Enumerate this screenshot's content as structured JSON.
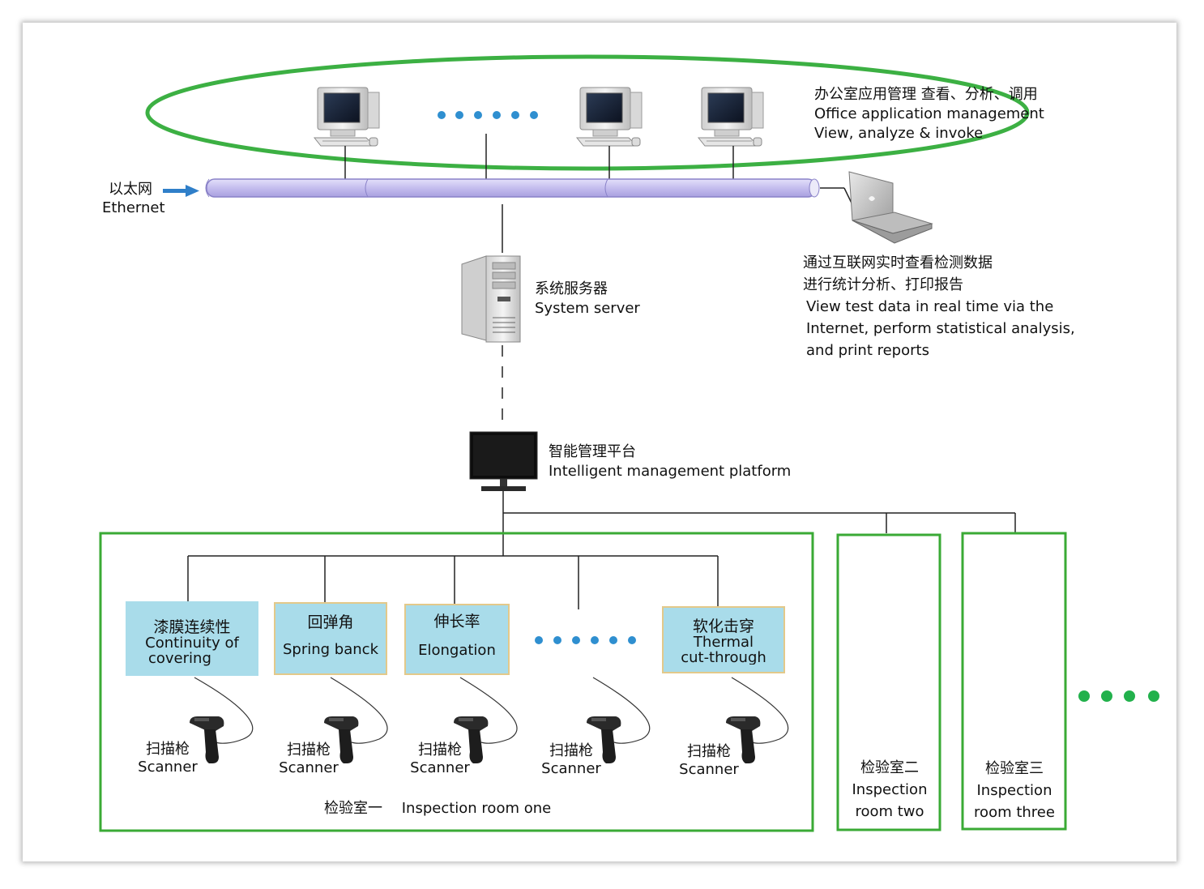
{
  "office": {
    "title_cn": "办公室应用管理 查看、分析、调用",
    "title_en1": "Office application management",
    "title_en2": "View, analyze & invoke"
  },
  "ethernet": {
    "cn": "以太网",
    "en": "Ethernet"
  },
  "remote": {
    "cn1": "通过互联网实时查看检测数据",
    "cn2": "进行统计分析、打印报告",
    "en1": "View test data in real time via the",
    "en2": "Internet, perform statistical analysis,",
    "en3": "and print reports"
  },
  "server": {
    "cn": "系统服务器",
    "en": "System server"
  },
  "platform": {
    "cn": "智能管理平台",
    "en": "Intelligent management platform"
  },
  "tests": [
    {
      "cn": "漆膜连续性",
      "en1": "Continuity of",
      "en2": "covering"
    },
    {
      "cn": "回弹角",
      "en1": "Spring banck",
      "en2": ""
    },
    {
      "cn": "伸长率",
      "en1": "Elongation",
      "en2": ""
    },
    {
      "cn": "软化击穿",
      "en1": "Thermal",
      "en2": "cut-through"
    }
  ],
  "scanner": {
    "cn": "扫描枪",
    "en": "Scanner"
  },
  "room_one": {
    "cn": "检验室一",
    "en": "Inspection room one"
  },
  "room_two": {
    "cn": "检验室二",
    "en1": "Inspection",
    "en2": "room two"
  },
  "room_three": {
    "cn": "检验室三",
    "en1": "Inspection",
    "en2": "room three"
  },
  "colors": {
    "green_border": "#3aaa35",
    "ellipse_green": "#3cb043",
    "bus_fill": "#c8c3ee",
    "box_fill": "#a9dcea",
    "dot_blue": "#2f8fd0",
    "dot_green": "#22b14c"
  },
  "icons": [
    "desktop-computer-icon",
    "laptop-icon",
    "tower-server-icon",
    "monitor-icon",
    "barcode-scanner-icon",
    "arrow-right-icon"
  ]
}
